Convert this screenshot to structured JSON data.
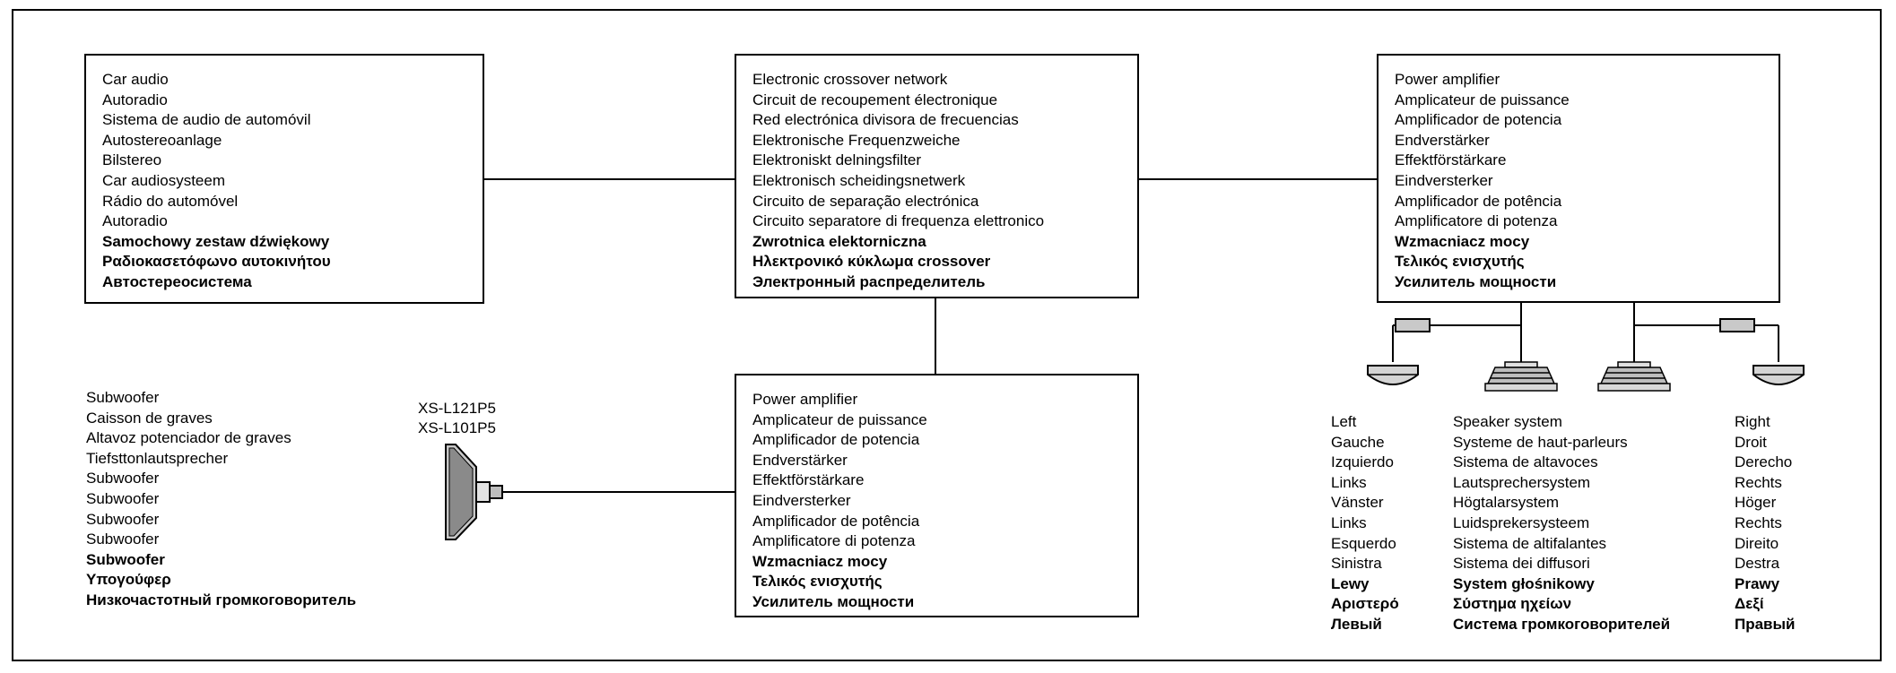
{
  "car_audio": {
    "normal": [
      "Car audio",
      "Autoradio",
      "Sistema de audio de automóvil",
      "Autostereoanlage",
      "Bilstereo",
      "Car audiosysteem",
      "Rádio do automóvel",
      "Autoradio"
    ],
    "bold": [
      "Samochowy zestaw dźwiękowy",
      "Ραδιοκασετόφωνο αυτοκινήτου",
      "Автостереосистема"
    ]
  },
  "crossover": {
    "normal": [
      "Electronic crossover network",
      "Circuit de recoupement électronique",
      "Red electrónica divisora de frecuencias",
      "Elektronische Frequenzweiche",
      "Elektroniskt delningsfilter",
      "Elektronisch scheidingsnetwerk",
      "Circuito de separação electrónica",
      "Circuito separatore di frequenza elettronico"
    ],
    "bold": [
      "Zwrotnica elektorniczna",
      "Ηλεκτρονικό κύκλωμα crossover",
      "Электронный распределитель"
    ]
  },
  "power_amp_right": {
    "normal": [
      "Power amplifier",
      "Amplicateur de puissance",
      "Amplificador de potencia",
      "Endverstärker",
      "Effektförstärkare",
      "Eindversterker",
      "Amplificador de potência",
      "Amplificatore di potenza"
    ],
    "bold": [
      "Wzmacniacz mocy",
      "Τελικός ενισχυτής",
      "Усилитель мощности"
    ]
  },
  "power_amp_center": {
    "normal": [
      "Power amplifier",
      "Amplicateur de puissance",
      "Amplificador de potencia",
      "Endverstärker",
      "Effektförstärkare",
      "Eindversterker",
      "Amplificador de potência",
      "Amplificatore di potenza"
    ],
    "bold": [
      "Wzmacniacz mocy",
      "Τελικός ενισχυτής",
      "Усилитель мощности"
    ]
  },
  "subwoofer": {
    "normal": [
      "Subwoofer",
      "Caisson de graves",
      "Altavoz potenciador de graves",
      "Tiefsttonlautsprecher",
      "Subwoofer",
      "Subwoofer",
      "Subwoofer",
      "Subwoofer"
    ],
    "bold": [
      "Subwoofer",
      "Υπογούφερ",
      "Низкочастотный громкоговоритель"
    ]
  },
  "models": [
    "XS-L121P5",
    "XS-L101P5"
  ],
  "left_label": {
    "normal": [
      "Left",
      "Gauche",
      "Izquierdo",
      "Links",
      "Vänster",
      "Links",
      "Esquerdo",
      "Sinistra"
    ],
    "bold": [
      "Lewy",
      "Αριστερό",
      "Левый"
    ]
  },
  "speaker_system": {
    "normal": [
      "Speaker system",
      "Systeme de haut-parleurs",
      "Sistema de altavoces",
      "Lautsprechersystem",
      "Högtalarsystem",
      "Luidsprekersysteem",
      "Sistema de altifalantes",
      "Sistema dei diffusori"
    ],
    "bold": [
      "System głośnikowy",
      "Σύστημα ηχείων",
      "Система громкоговорителей"
    ]
  },
  "right_label": {
    "normal": [
      "Right",
      "Droit",
      "Derecho",
      "Rechts",
      "Höger",
      "Rechts",
      "Direito",
      "Destra"
    ],
    "bold": [
      "Prawy",
      "Δεξί",
      "Правый"
    ]
  }
}
